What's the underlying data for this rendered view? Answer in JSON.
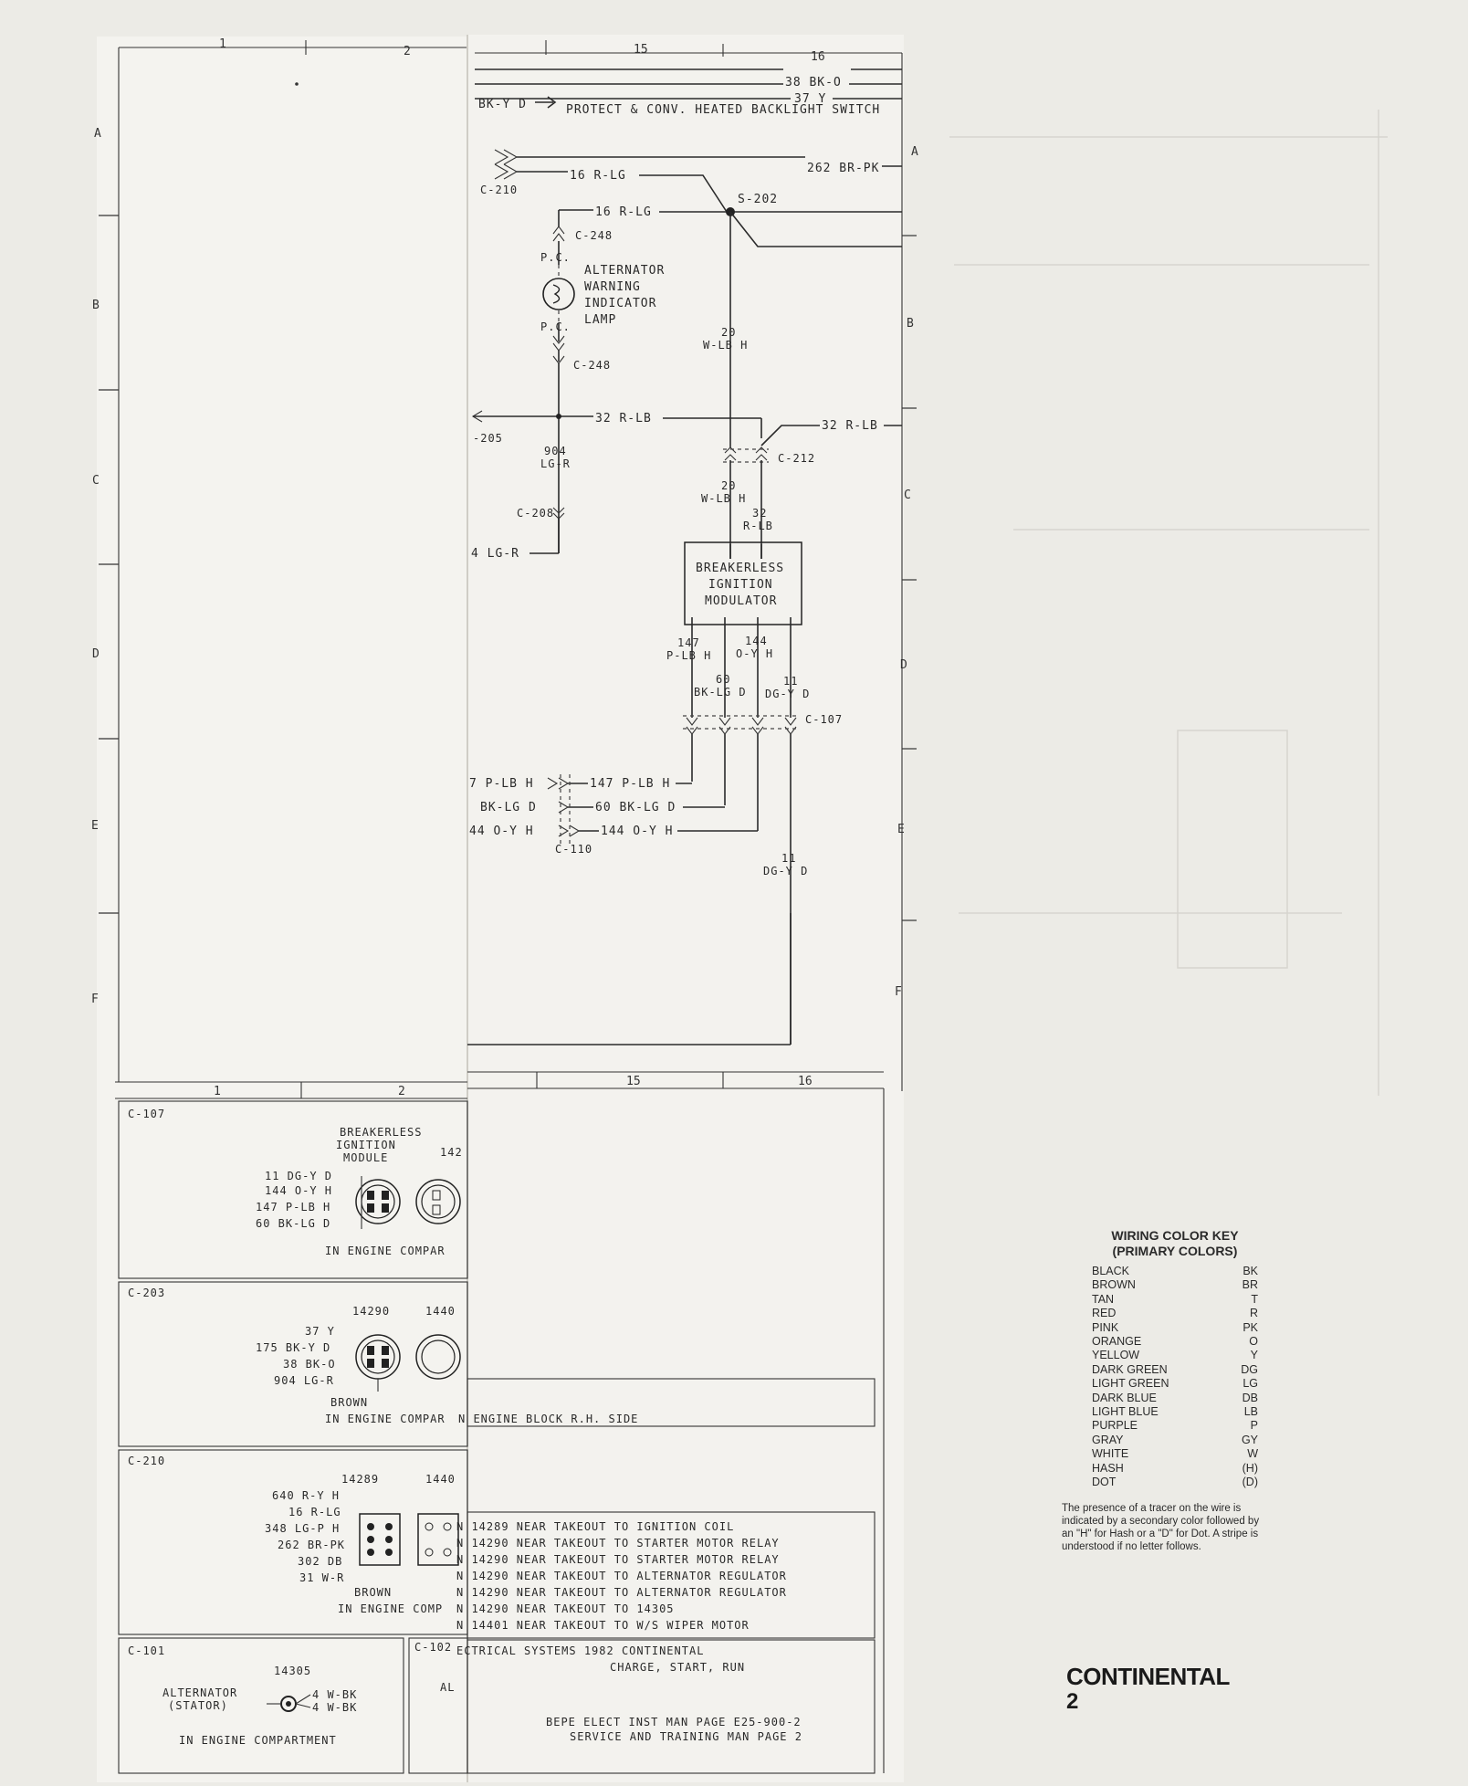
{
  "grid": {
    "top_columns_left": [
      "1",
      "2"
    ],
    "top_columns_right": [
      "15",
      "16"
    ],
    "rows_left": [
      "A",
      "B",
      "C",
      "D",
      "E",
      "F"
    ],
    "rows_right": [
      "A",
      "B",
      "C",
      "D",
      "E",
      "F"
    ]
  },
  "schematic": {
    "wire_38": "38 BK-O",
    "wire_37": "37 Y",
    "protect_label": "BK-Y D",
    "protect_switch": "PROTECT & CONV. HEATED BACKLIGHT SWITCH",
    "wire_262": "262 BR-PK",
    "c210": "C-210",
    "wire_16a": "16 R-LG",
    "wire_16b": "16 R-LG",
    "s202": "S-202",
    "c248_top": "C-248",
    "pc_top": "P.C.",
    "lamp_l1": "ALTERNATOR",
    "lamp_l2": "WARNING",
    "lamp_l3": "INDICATOR",
    "lamp_l4": "LAMP",
    "pc_bot": "P.C.",
    "c248_bot": "C-248",
    "wire_20_num": "20",
    "wire_20_color": "W-LB H",
    "wire_32a": "32 R-LB",
    "wire_32b": "32 R-LB",
    "c205": "-205",
    "wire_904_num": "904",
    "wire_904_color": "LG-R",
    "c212": "C-212",
    "wire_20b_num": "20",
    "wire_20b_color": "W-LB H",
    "wire_32c_num": "32",
    "wire_32c_color": "R-LB",
    "c208": "C-208",
    "wire_4lgr": "4 LG-R",
    "mod_l1": "BREAKERLESS",
    "mod_l2": "IGNITION",
    "mod_l3": "MODULATOR",
    "w147_num": "147",
    "w147_color": "P-LB H",
    "w144_num": "144",
    "w144_color": "O-Y H",
    "w60_num": "60",
    "w60_color": "BK-LG D",
    "w11_num": "11",
    "w11_color": "DG-Y D",
    "c107": "C-107",
    "w147_left": "7 P-LB H",
    "w147_right": "147 P-LB H",
    "w60_left": "BK-LG D",
    "w60_right": "60 BK-LG D",
    "w144_left": "44 O-Y H",
    "w144_right": "144 O-Y H",
    "c110": "C-110",
    "w11b_num": "11",
    "w11b_color": "DG-Y D"
  },
  "lower_grid": {
    "left_cols": [
      "1",
      "2"
    ],
    "right_cols": [
      "15",
      "16"
    ]
  },
  "connectors": {
    "c107": {
      "id": "C-107",
      "title_l1": "BREAKERLESS",
      "title_l2": "IGNITION",
      "title_l3": "MODULE",
      "part2": "142",
      "pins": [
        "11 DG-Y D",
        "144 O-Y H",
        "147 P-LB H",
        "60 BK-LG D"
      ],
      "location": "IN ENGINE COMPAR"
    },
    "c203": {
      "id": "C-203",
      "part1": "14290",
      "part2": "1440",
      "pins": [
        "37 Y",
        "175 BK-Y D",
        "38 BK-O",
        "904 LG-R"
      ],
      "housing": "BROWN",
      "location": "IN ENGINE COMPAR",
      "right_note": "N ENGINE BLOCK R.H. SIDE"
    },
    "c210": {
      "id": "C-210",
      "part1": "14289",
      "part2": "1440",
      "pins": [
        "640 R-Y H",
        "16 R-LG",
        "348 LG-P H",
        "262 BR-PK",
        "302 DB",
        "31 W-R"
      ],
      "housing": "BROWN",
      "location": "IN ENGINE COMP"
    },
    "locations": [
      "N 14289 NEAR TAKEOUT TO IGNITION COIL",
      "N 14290 NEAR TAKEOUT TO STARTER MOTOR RELAY",
      "N 14290 NEAR TAKEOUT TO STARTER MOTOR RELAY",
      "N 14290 NEAR TAKEOUT TO ALTERNATOR REGULATOR",
      "N 14290 NEAR TAKEOUT TO ALTERNATOR REGULATOR",
      "N 14290 NEAR TAKEOUT TO 14305",
      "N 14401 NEAR TAKEOUT TO W/S WIPER MOTOR"
    ],
    "c101": {
      "id": "C-101",
      "part": "14305",
      "name_l1": "ALTERNATOR",
      "name_l2": "(STATOR)",
      "pins": [
        "4 W-BK",
        "4 W-BK"
      ],
      "location": "IN ENGINE COMPARTMENT"
    },
    "c102": {
      "id": "C-102",
      "frag": "AL"
    }
  },
  "title_block": {
    "line1": "ECTRICAL SYSTEMS 1982 CONTINENTAL",
    "line2": "CHARGE, START, RUN",
    "line3": "BEPE ELECT INST MAN PAGE E25-900-2",
    "line4": "SERVICE AND TRAINING MAN PAGE 2"
  },
  "color_key": {
    "title_l1": "WIRING COLOR KEY",
    "title_l2": "(PRIMARY COLORS)",
    "entries": [
      {
        "name": "BLACK",
        "code": "BK"
      },
      {
        "name": "BROWN",
        "code": "BR"
      },
      {
        "name": "TAN",
        "code": "T"
      },
      {
        "name": "RED",
        "code": "R"
      },
      {
        "name": "PINK",
        "code": "PK"
      },
      {
        "name": "ORANGE",
        "code": "O"
      },
      {
        "name": "YELLOW",
        "code": "Y"
      },
      {
        "name": "DARK GREEN",
        "code": "DG"
      },
      {
        "name": "LIGHT GREEN",
        "code": "LG"
      },
      {
        "name": "DARK BLUE",
        "code": "DB"
      },
      {
        "name": "LIGHT BLUE",
        "code": "LB"
      },
      {
        "name": "PURPLE",
        "code": "P"
      },
      {
        "name": "GRAY",
        "code": "GY"
      },
      {
        "name": "WHITE",
        "code": "W"
      },
      {
        "name": "HASH",
        "code": "(H)"
      },
      {
        "name": "DOT",
        "code": "(D)"
      }
    ],
    "note": "The presence of a tracer on the wire is indicated by a secondary color followed by an \"H\" for Hash or a \"D\" for Dot. A stripe is understood if no letter follows."
  },
  "brand": {
    "name": "CONTINENTAL",
    "page": "2"
  }
}
